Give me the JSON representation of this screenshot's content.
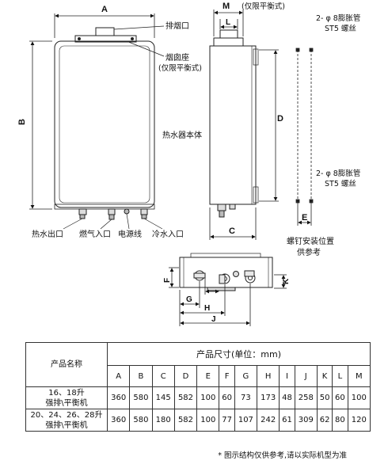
{
  "labels": {
    "exhaust_outlet": "排烟口",
    "flue_base": "烟囱座",
    "flue_base_note": "(仅限平衡式)",
    "heater_body": "热水器本体",
    "hot_water_outlet": "热水出口",
    "gas_inlet": "燃气入口",
    "power_cord": "电源线",
    "cold_water_inlet": "冷水入口",
    "m_note": "(仅限平衡式)",
    "anchor_top_1": "2- φ 8膨胀管",
    "anchor_top_2": "ST5 螺丝",
    "anchor_bot_1": "2- φ 8膨胀管",
    "anchor_bot_2": "ST5 螺丝",
    "screw_pos_1": "螺钉安装位置",
    "screw_pos_2": "供参考"
  },
  "dims": {
    "A": "A",
    "B": "B",
    "C": "C",
    "D": "D",
    "E": "E",
    "F": "F",
    "G": "G",
    "H": "H",
    "J": "J",
    "K": "K",
    "L": "L",
    "M": "M"
  },
  "table": {
    "name_header": "产品名称",
    "size_header": "产品尺寸(单位：mm)",
    "columns": [
      "A",
      "B",
      "C",
      "D",
      "E",
      "F",
      "G",
      "H",
      "I",
      "J",
      "K",
      "L",
      "M"
    ],
    "rows": [
      {
        "name_line1": "16、18升",
        "name_line2": "强排\\平衡机",
        "values": [
          "360",
          "580",
          "145",
          "582",
          "100",
          "60",
          "73",
          "173",
          "48",
          "258",
          "50",
          "60",
          "100"
        ]
      },
      {
        "name_line1": "20、24、26、28升",
        "name_line2": "强排\\平衡机",
        "values": [
          "360",
          "580",
          "180",
          "582",
          "100",
          "77",
          "107",
          "242",
          "61",
          "309",
          "62",
          "80",
          "120"
        ]
      }
    ]
  },
  "footnote": "* 图示结构仅供参考,请以实际机型为准"
}
